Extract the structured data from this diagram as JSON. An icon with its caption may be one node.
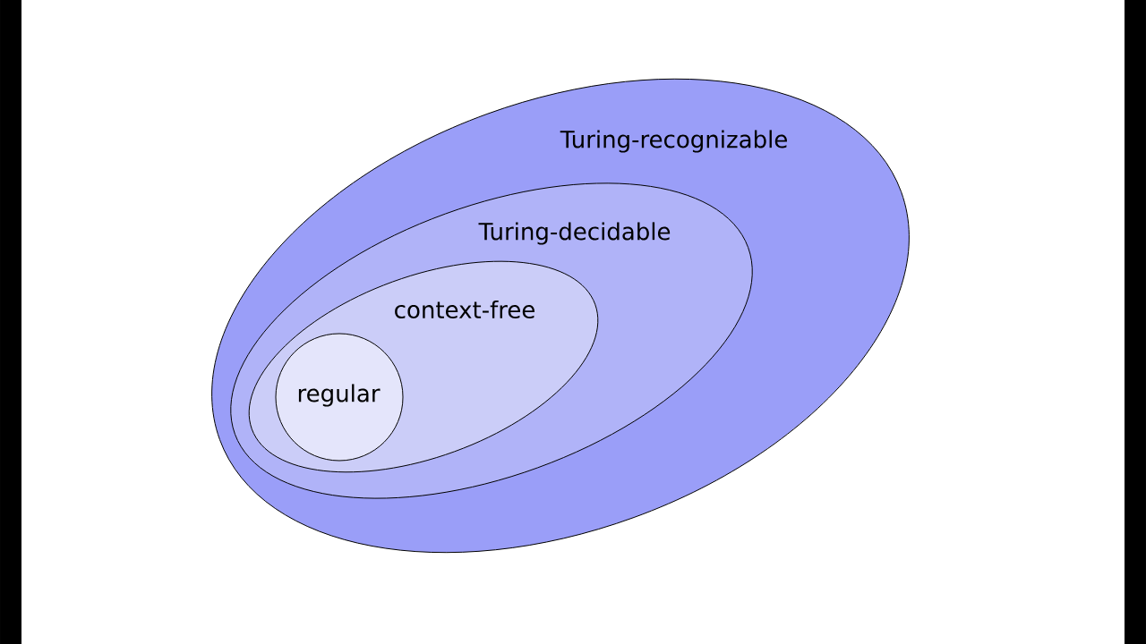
{
  "diagram": {
    "nodes": [
      {
        "text": [
          "Turing-recognizable"
        ]
      },
      {
        "text": [
          "Turing-decidable"
        ],
        "in": 0
      },
      {
        "text": [
          "context-free"
        ],
        "in": 1
      },
      {
        "text": [
          "regular"
        ],
        "in": 2
      }
    ]
  }
}
